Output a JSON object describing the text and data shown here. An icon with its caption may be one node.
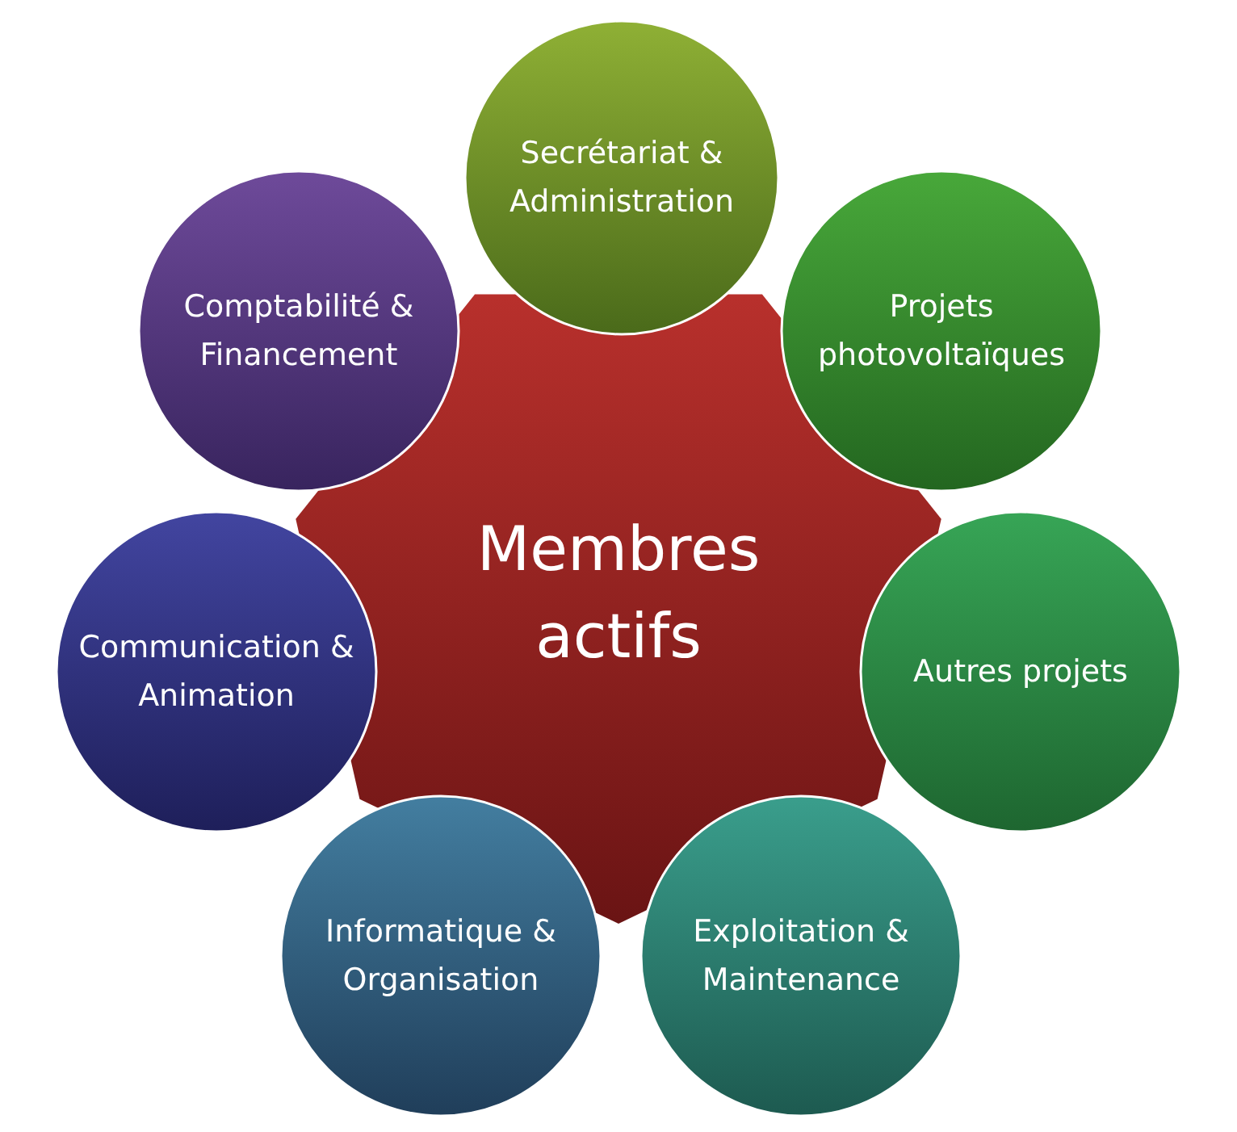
{
  "diagram": {
    "nodes": [
      {
        "text": [
          "Membres actifs"
        ]
      },
      {
        "text": [
          "Secrétariat & Administration"
        ]
      },
      {
        "text": [
          "Projets photovoltaïques"
        ]
      },
      {
        "text": [
          "Autres projets"
        ]
      },
      {
        "text": [
          "Exploitation & Maintenance"
        ]
      },
      {
        "text": [
          "Informatique & Organisation"
        ]
      },
      {
        "text": [
          "Communication & Animation"
        ]
      },
      {
        "text": [
          "Comptabilité & Financement"
        ]
      }
    ],
    "edges": []
  }
}
